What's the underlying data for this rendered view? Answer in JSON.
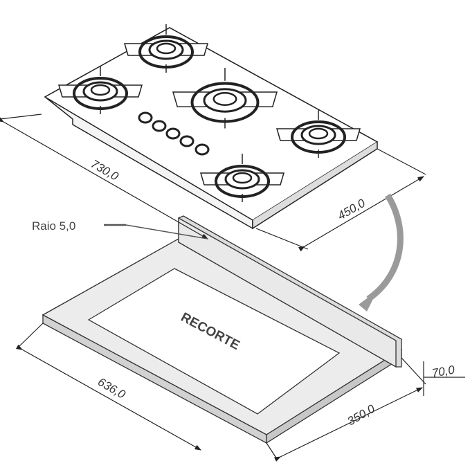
{
  "dimensions": {
    "cooktop_width": "730,0",
    "cooktop_depth": "450,0",
    "corner_radius": "Raio 5,0",
    "cutout_width": "636,0",
    "cutout_depth": "350,0",
    "cutout_height": "70,0"
  },
  "cutout_label": "RECORTE",
  "colors": {
    "line": "#222222",
    "frame": "#e4e4e4",
    "arrow": "#9a9a9a"
  }
}
